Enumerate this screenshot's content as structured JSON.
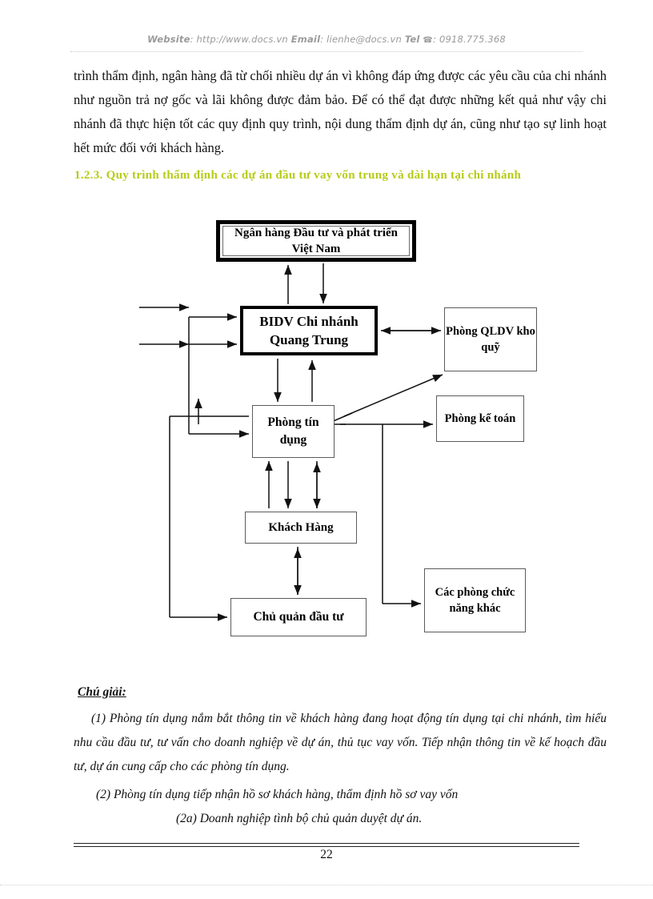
{
  "header": {
    "website_label": "Website",
    "website_url": ": http://www.docs.vn",
    "email_label": "Email",
    "email_value": ": lienhe@docs.vn",
    "tel_label": "Tel",
    "tel_glyph": "☎",
    "tel_value": ": 0918.775.368"
  },
  "body": {
    "paragraph": "trình thẩm định, ngân hàng đã từ chối nhiều dự án vì không đáp ứng được các yêu cầu của chi nhánh như nguồn trả nợ gốc và lãi không được đảm bảo. Để có thể đạt được những kết quả như vậy chi nhánh đã thực hiện tốt các quy định quy trình, nội dung thẩm định dự án, cũng như tạo sự linh hoạt hết mức đối với khách hàng.",
    "heading": "1.2.3. Quy trình thẩm định các dự án đầu tư vay vốn trung và dài hạn tại chi nhánh",
    "heading_color": "#b5cc18"
  },
  "diagram": {
    "nodes": {
      "headbank": "Ngân hàng Đầu tư và phát triển Việt Nam",
      "bidv": "BIDV Chi nhánh Quang Trung",
      "qldv": "Phòng QLDV kho quỹ",
      "ketoan": "Phòng kế toán",
      "tindung": "Phòng tín dụng",
      "khachhang": "Khách Hàng",
      "chuquan": "Chủ quản đầu tư",
      "khac": "Các phòng chức năng khác"
    }
  },
  "legend": {
    "title": "Chú giải:",
    "item1": "(1) Phòng tín dụng nắm bắt thông tin về khách hàng đang hoạt động tín dụng tại chi nhánh, tìm hiểu nhu cầu đầu tư, tư vấn cho doanh nghiệp về dự án, thủ tục vay vốn. Tiếp nhận thông tin về kế hoạch đầu tư, dự án cung cấp cho các phòng tín dụng.",
    "item2": "(2) Phòng tín dụng tiếp nhận hồ sơ khách hàng, thẩm định hồ sơ vay vốn",
    "item2a": "(2a) Doanh nghiệp tình bộ chủ quản duyệt dự án."
  },
  "footer": {
    "page_number": "22"
  }
}
